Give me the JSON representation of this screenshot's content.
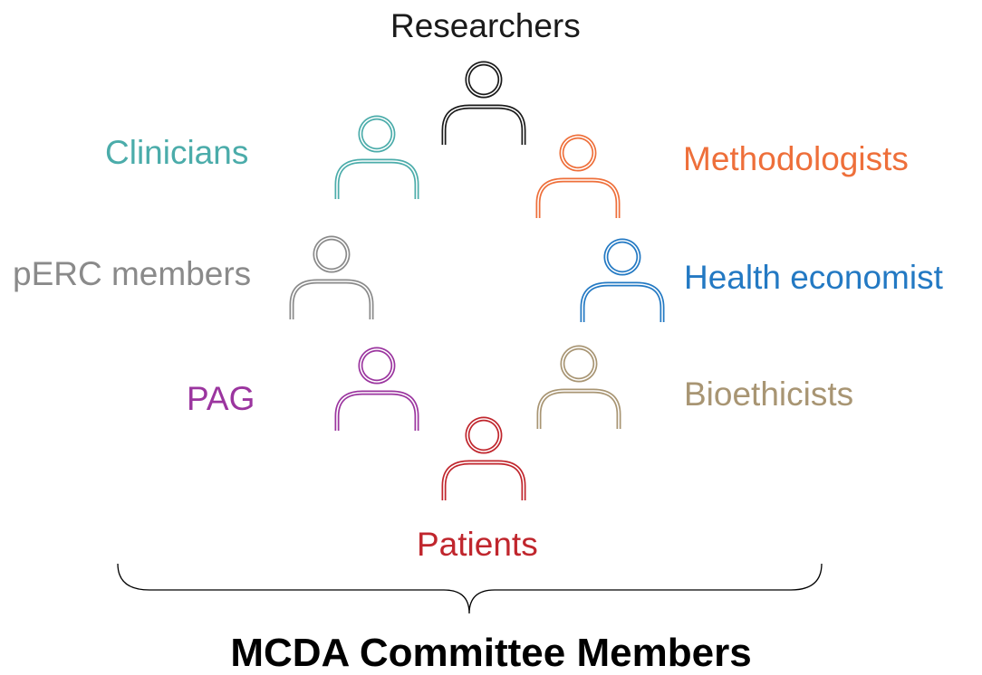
{
  "members": [
    {
      "id": "researchers",
      "label": "Researchers",
      "color": "#1a1a1a",
      "icon": "person-icon"
    },
    {
      "id": "clinicians",
      "label": "Clinicians",
      "color": "#4bacaa",
      "icon": "person-icon"
    },
    {
      "id": "methodologists",
      "label": "Methodologists",
      "color": "#ee6f3a",
      "icon": "person-icon"
    },
    {
      "id": "perc",
      "label": "pERC members",
      "color": "#8a8a8a",
      "icon": "person-icon"
    },
    {
      "id": "health-economist",
      "label": "Health economist",
      "color": "#2379c3",
      "icon": "person-icon"
    },
    {
      "id": "pag",
      "label": "PAG",
      "color": "#9b359f",
      "icon": "person-icon"
    },
    {
      "id": "bioethicists",
      "label": "Bioethicists",
      "color": "#a89573",
      "icon": "person-icon"
    },
    {
      "id": "patients",
      "label": "Patients",
      "color": "#c0262d",
      "icon": "person-icon"
    }
  ],
  "caption": "MCDA Committee Members"
}
